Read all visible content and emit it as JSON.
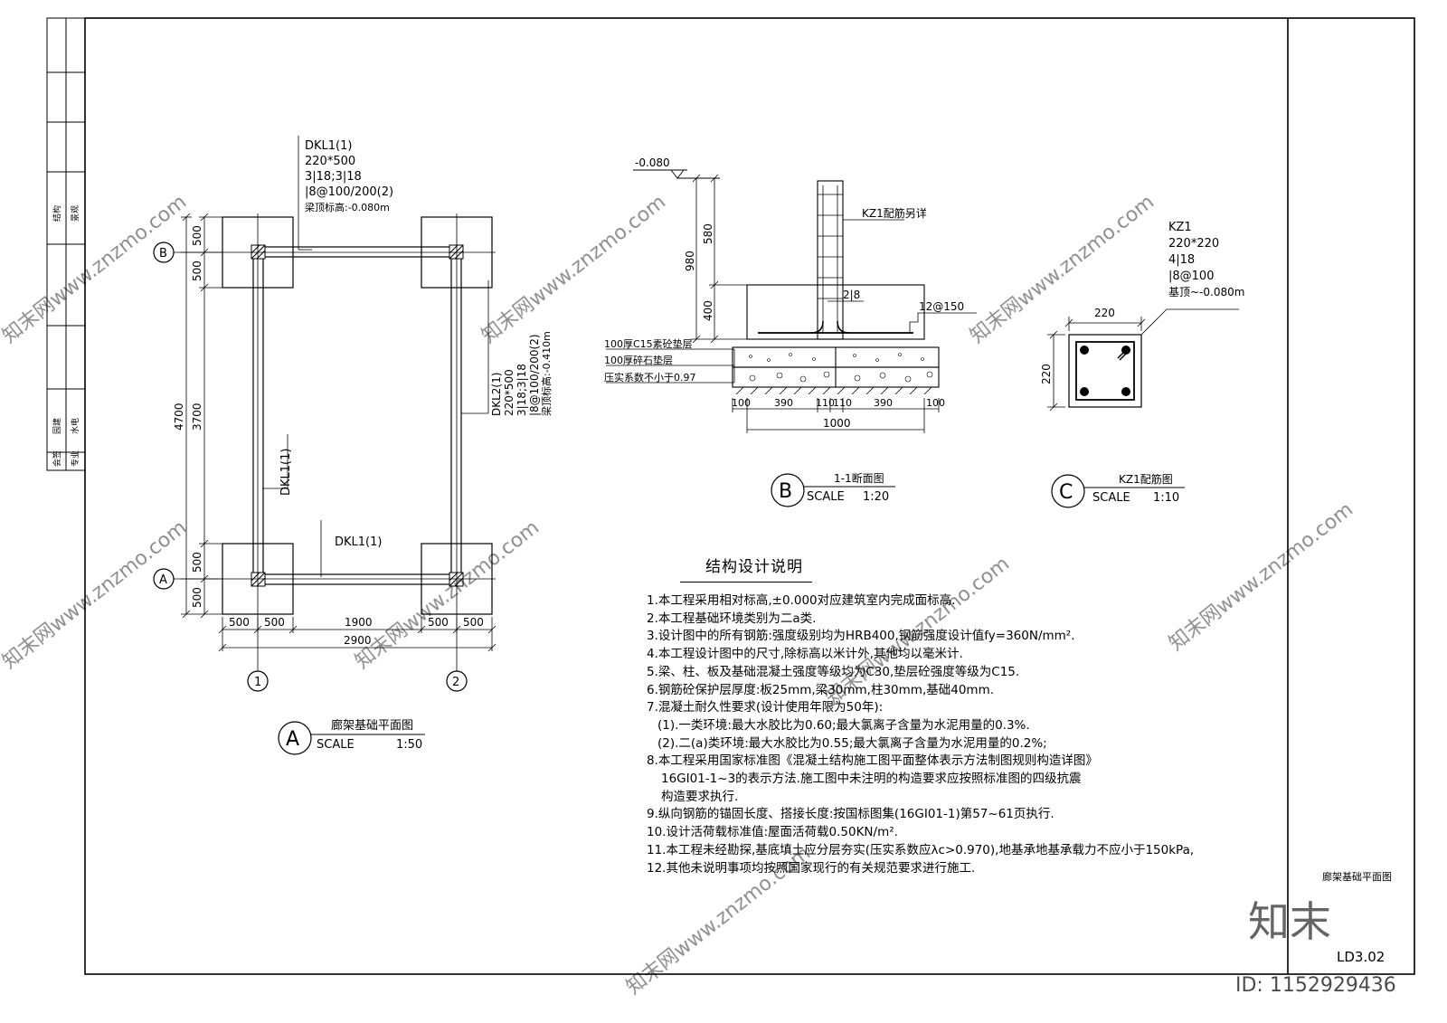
{
  "left_strip": {
    "labels": [
      "结构",
      "景观",
      "园建",
      "水电",
      "会签",
      "专业"
    ]
  },
  "plan": {
    "beam_top": {
      "code": "DKL1(1)",
      "size": "220*500",
      "rebar_main": "3|18;3|18",
      "rebar_stirrup": "|8@100/200(2)",
      "elev": "梁顶标高:-0.080m"
    },
    "beam_right": {
      "code": "DKL2(1)",
      "size": "220*500",
      "rebar_main": "3|18;3|18",
      "rebar_stirrup": "|8@100/200(2)",
      "elev": "梁顶标高:-0.410m"
    },
    "beam_left_label": "DKL1(1)",
    "beam_bottom_label": "DKL1(1)",
    "axis_B": "B",
    "axis_A": "A",
    "axis_1": "1",
    "axis_2": "2",
    "dim_left": {
      "d1": "500",
      "d2": "500",
      "d3": "3700",
      "d4": "500",
      "d5": "500",
      "total": "4700"
    },
    "dim_bottom": {
      "d1": "500",
      "d2": "500",
      "d3": "1900",
      "d4": "500",
      "d5": "500",
      "total": "2900"
    },
    "caption": {
      "letter": "A",
      "title": "廊架基础平面图",
      "scale_label": "SCALE",
      "scale": "1:50"
    }
  },
  "section": {
    "elev_top": "-0.080",
    "dim_580": "580",
    "dim_400": "400",
    "dim_980": "980",
    "kz1_note": "KZ1配筋另详",
    "bar_2_8": "2|8",
    "bar_12": "12@150",
    "layer1": "100厚C15素砼垫层",
    "layer2": "100厚碎石垫层",
    "layer3": "压实系数不小于0.97",
    "dim_b": [
      "100",
      "390",
      "110",
      "110",
      "390",
      "100"
    ],
    "dim_total": "1000",
    "caption": {
      "letter": "B",
      "title": "1-1断面图",
      "scale_label": "SCALE",
      "scale": "1:20"
    }
  },
  "column": {
    "code": "KZ1",
    "size": "220*220",
    "rebar_main": "4|18",
    "stirrup": "|8@100",
    "elev": "基顶~-0.080m",
    "dim_w": "220",
    "dim_h": "220",
    "caption": {
      "letter": "C",
      "title": "KZ1配筋图",
      "scale_label": "SCALE",
      "scale": "1:10"
    }
  },
  "notes": {
    "title": "结构设计说明",
    "lines": [
      "1.本工程采用相对标高,±0.000对应建筑室内完成面标高.",
      "2.本工程基础环境类别为二a类.",
      "3.设计图中的所有钢筋:强度级别均为HRB400,钢筋强度设计值fy=360N/mm².",
      "4.本工程设计图中的尺寸,除标高以米计外,其他均以毫米计.",
      "5.梁、柱、板及基础混凝土强度等级均为C30,垫层砼强度等级为C15.",
      "6.钢筋砼保护层厚度:板25mm,梁30mm,柱30mm,基础40mm.",
      "7.混凝土耐久性要求(设计使用年限为50年):",
      "(1).一类环境:最大水胶比为0.60;最大氯离子含量为水泥用量的0.3%.",
      "(2).二(a)类环境:最大水胶比为0.55;最大氯离子含量为水泥用量的0.2%;",
      "8.本工程采用国家标准图《混凝土结构施工图平面整体表示方法制图规则构造详图》",
      "16GI01-1~3的表示方法.施工图中未注明的构造要求应按照标准图的四级抗震",
      "构造要求执行.",
      "9.纵向钢筋的锚固长度、搭接长度:按国标图集(16GI01-1)第57~61页执行.",
      "10.设计活荷载标准值:屋面活荷载0.50KN/m².",
      "11.本工程未经勘探,基底填土应分层夯实(压实系数应λc>0.970),地基承地基承载力不应小于150kPa,",
      "12.其他未说明事项均按照国家现行的有关规范要求进行施工."
    ]
  },
  "title_block": {
    "drawing_name": "廊架基础平面图",
    "drawing_no": "LD3.02"
  },
  "watermark": {
    "logo": "知末",
    "id": "ID: 1152929436",
    "site": "知末网www.znzmo.com"
  }
}
